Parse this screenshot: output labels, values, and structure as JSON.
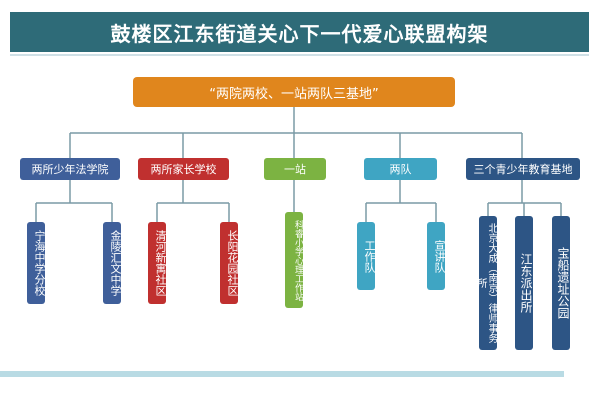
{
  "title": "鼓楼区江东街道关心下一代爱心联盟构架",
  "root": "“两院两校、一站两队三基地”",
  "colors": {
    "title_bg": "#2e6b78",
    "root": "#e0861d",
    "blue": "#3f5f9a",
    "red": "#c0302f",
    "green": "#7cb342",
    "teal": "#3fa5c3",
    "navy": "#2d5585"
  },
  "groups": [
    {
      "label": "两所少年法学院",
      "color": "blue",
      "children": [
        "宁海中学分校",
        "金陵汇文中学"
      ]
    },
    {
      "label": "两所家长学校",
      "color": "red",
      "children": [
        "清河新寓社区",
        "长阳花园社区"
      ]
    },
    {
      "label": "一站",
      "color": "green",
      "children": [
        "科睿小学心理工作站"
      ]
    },
    {
      "label": "两队",
      "color": "teal",
      "children": [
        "工作队",
        "宣讲队"
      ]
    },
    {
      "label": "三个青少年教育基地",
      "color": "navy",
      "children": [
        "北京大成（南京）律师事务所",
        "江东派出所",
        "宝船遗址公园"
      ]
    }
  ]
}
